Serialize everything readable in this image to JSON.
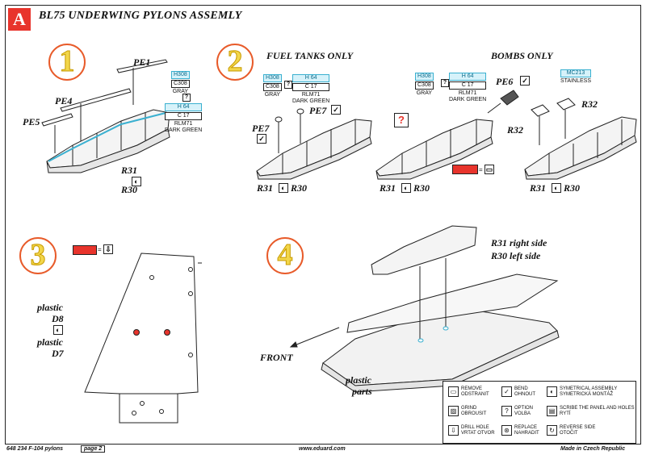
{
  "header": {
    "badge": "A",
    "title": "BL75 UNDERWING PYLONS ASSEMLY"
  },
  "steps": [
    "1",
    "2",
    "3",
    "4"
  ],
  "sections": {
    "fuel_tanks": "FUEL TANKS ONLY",
    "bombs": "BOMBS ONLY"
  },
  "parts": {
    "pe1": "PE1",
    "pe4": "PE4",
    "pe5": "PE5",
    "pe6": "PE6",
    "pe7": "PE7",
    "r31": "R31",
    "r30": "R30",
    "r32": "R32",
    "r31_side": "R31 right side",
    "r30_side": "R30 left side",
    "plastic": "plastic",
    "d8": "D8",
    "d7": "D7",
    "front": "FRONT",
    "plastic_parts_1": "plastic",
    "plastic_parts_2": "parts"
  },
  "paints": {
    "h308": "H308",
    "c308": "C308",
    "gray": "GRAY",
    "h64": "H 64",
    "c17": "C 17",
    "rlm71": "RLM71",
    "dark_green": "DARK GREEN",
    "option": "?",
    "mc213": "MC213",
    "stainless": "STAINLESS"
  },
  "legend": {
    "remove_1": "REMOVE",
    "remove_2": "ODSTRANIT",
    "bend_1": "BEND",
    "bend_2": "OHNOUT",
    "sym_1": "SYMETRICAL ASSEMBLY",
    "sym_2": "SYMETRICKÁ MONTÁŽ",
    "grind_1": "GRIND",
    "grind_2": "OBROUSIT",
    "option_1": "OPTION",
    "option_2": "VOLBA",
    "scribe_1": "SCRIBE THE PANEL AND HOLES",
    "scribe_2": "RYTÍ",
    "drill_1": "DRILL HOLE",
    "drill_2": "VRTAT OTVOR",
    "replace_1": "REPLACE",
    "replace_2": "NAHRADIT",
    "reverse_1": "REVERSE SIDE",
    "reverse_2": "OTOČIT"
  },
  "footer": {
    "code": "648 234  F-104 pylons",
    "page": "page 2",
    "site": "www.eduard.com",
    "made": "Made in Czech Republic"
  },
  "colors": {
    "accent_red": "#e8342c",
    "step_yellow": "#f2d64a",
    "cyan": "#3ab0d0"
  }
}
